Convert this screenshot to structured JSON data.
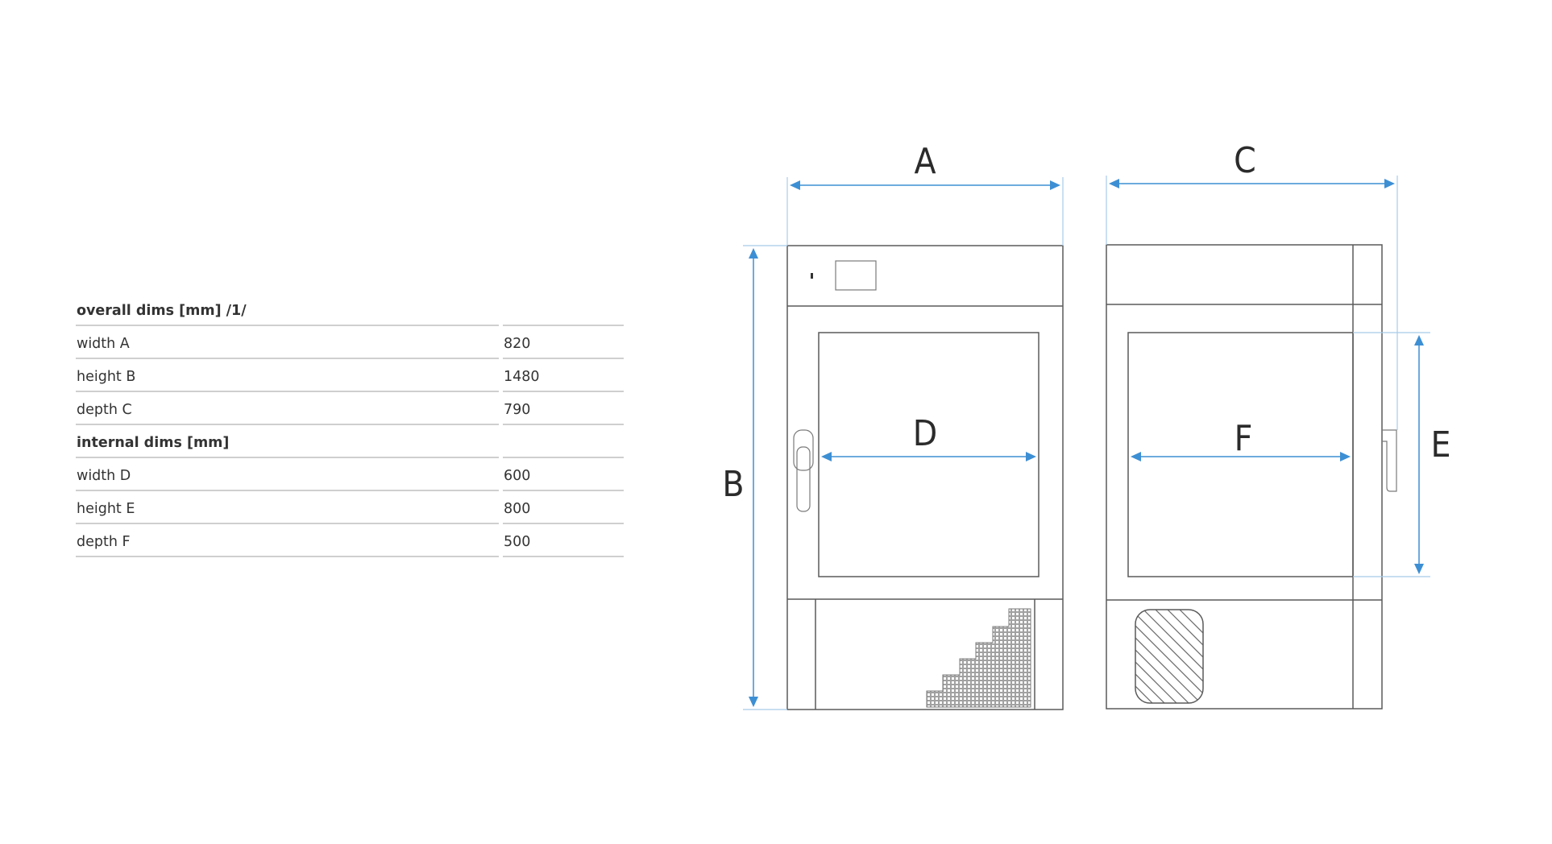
{
  "spec_table": {
    "overall_header": "overall dims [mm] /1/",
    "overall_rows": [
      {
        "label": "width A",
        "value": "820"
      },
      {
        "label": "height B",
        "value": "1480"
      },
      {
        "label": "depth C",
        "value": "790"
      }
    ],
    "internal_header": "internal dims [mm]",
    "internal_rows": [
      {
        "label": "width D",
        "value": "600"
      },
      {
        "label": "height E",
        "value": "800"
      },
      {
        "label": "depth F",
        "value": "500"
      }
    ]
  },
  "diagram": {
    "labels": {
      "A": "A",
      "B": "B",
      "C": "C",
      "D": "D",
      "E": "E",
      "F": "F"
    },
    "colors": {
      "dimension": "#3d8fd4",
      "extension": "#a8cbe8",
      "outline": "#5a5a5a"
    }
  }
}
